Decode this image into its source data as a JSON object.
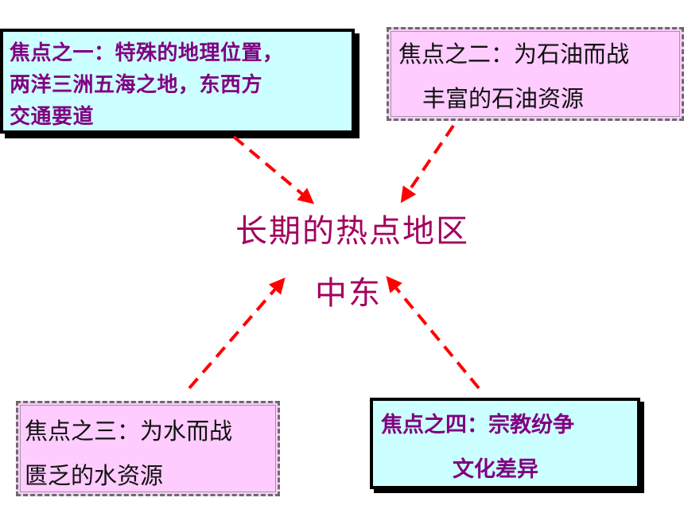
{
  "boxes": [
    {
      "lines": [
        "焦点之一：特殊的地理位置，",
        "两洋三洲五海之地，东西方",
        "交通要道"
      ]
    },
    {
      "lines": [
        "焦点之二：为石油而战",
        "丰富的石油资源"
      ]
    },
    {
      "lines": [
        "焦点之三：为水而战",
        "匮乏的水资源"
      ]
    },
    {
      "lines": [
        "焦点之四：宗教纷争",
        "文化差异"
      ]
    }
  ],
  "center": {
    "line1": "长期的热点地区",
    "line2": "中东"
  },
  "colors": {
    "arrow": "#ff0000",
    "center_text": "#a3005e",
    "solid_fill": "#ccffff",
    "hatched_fill": "#ffccff",
    "bold_text": "#800080"
  }
}
